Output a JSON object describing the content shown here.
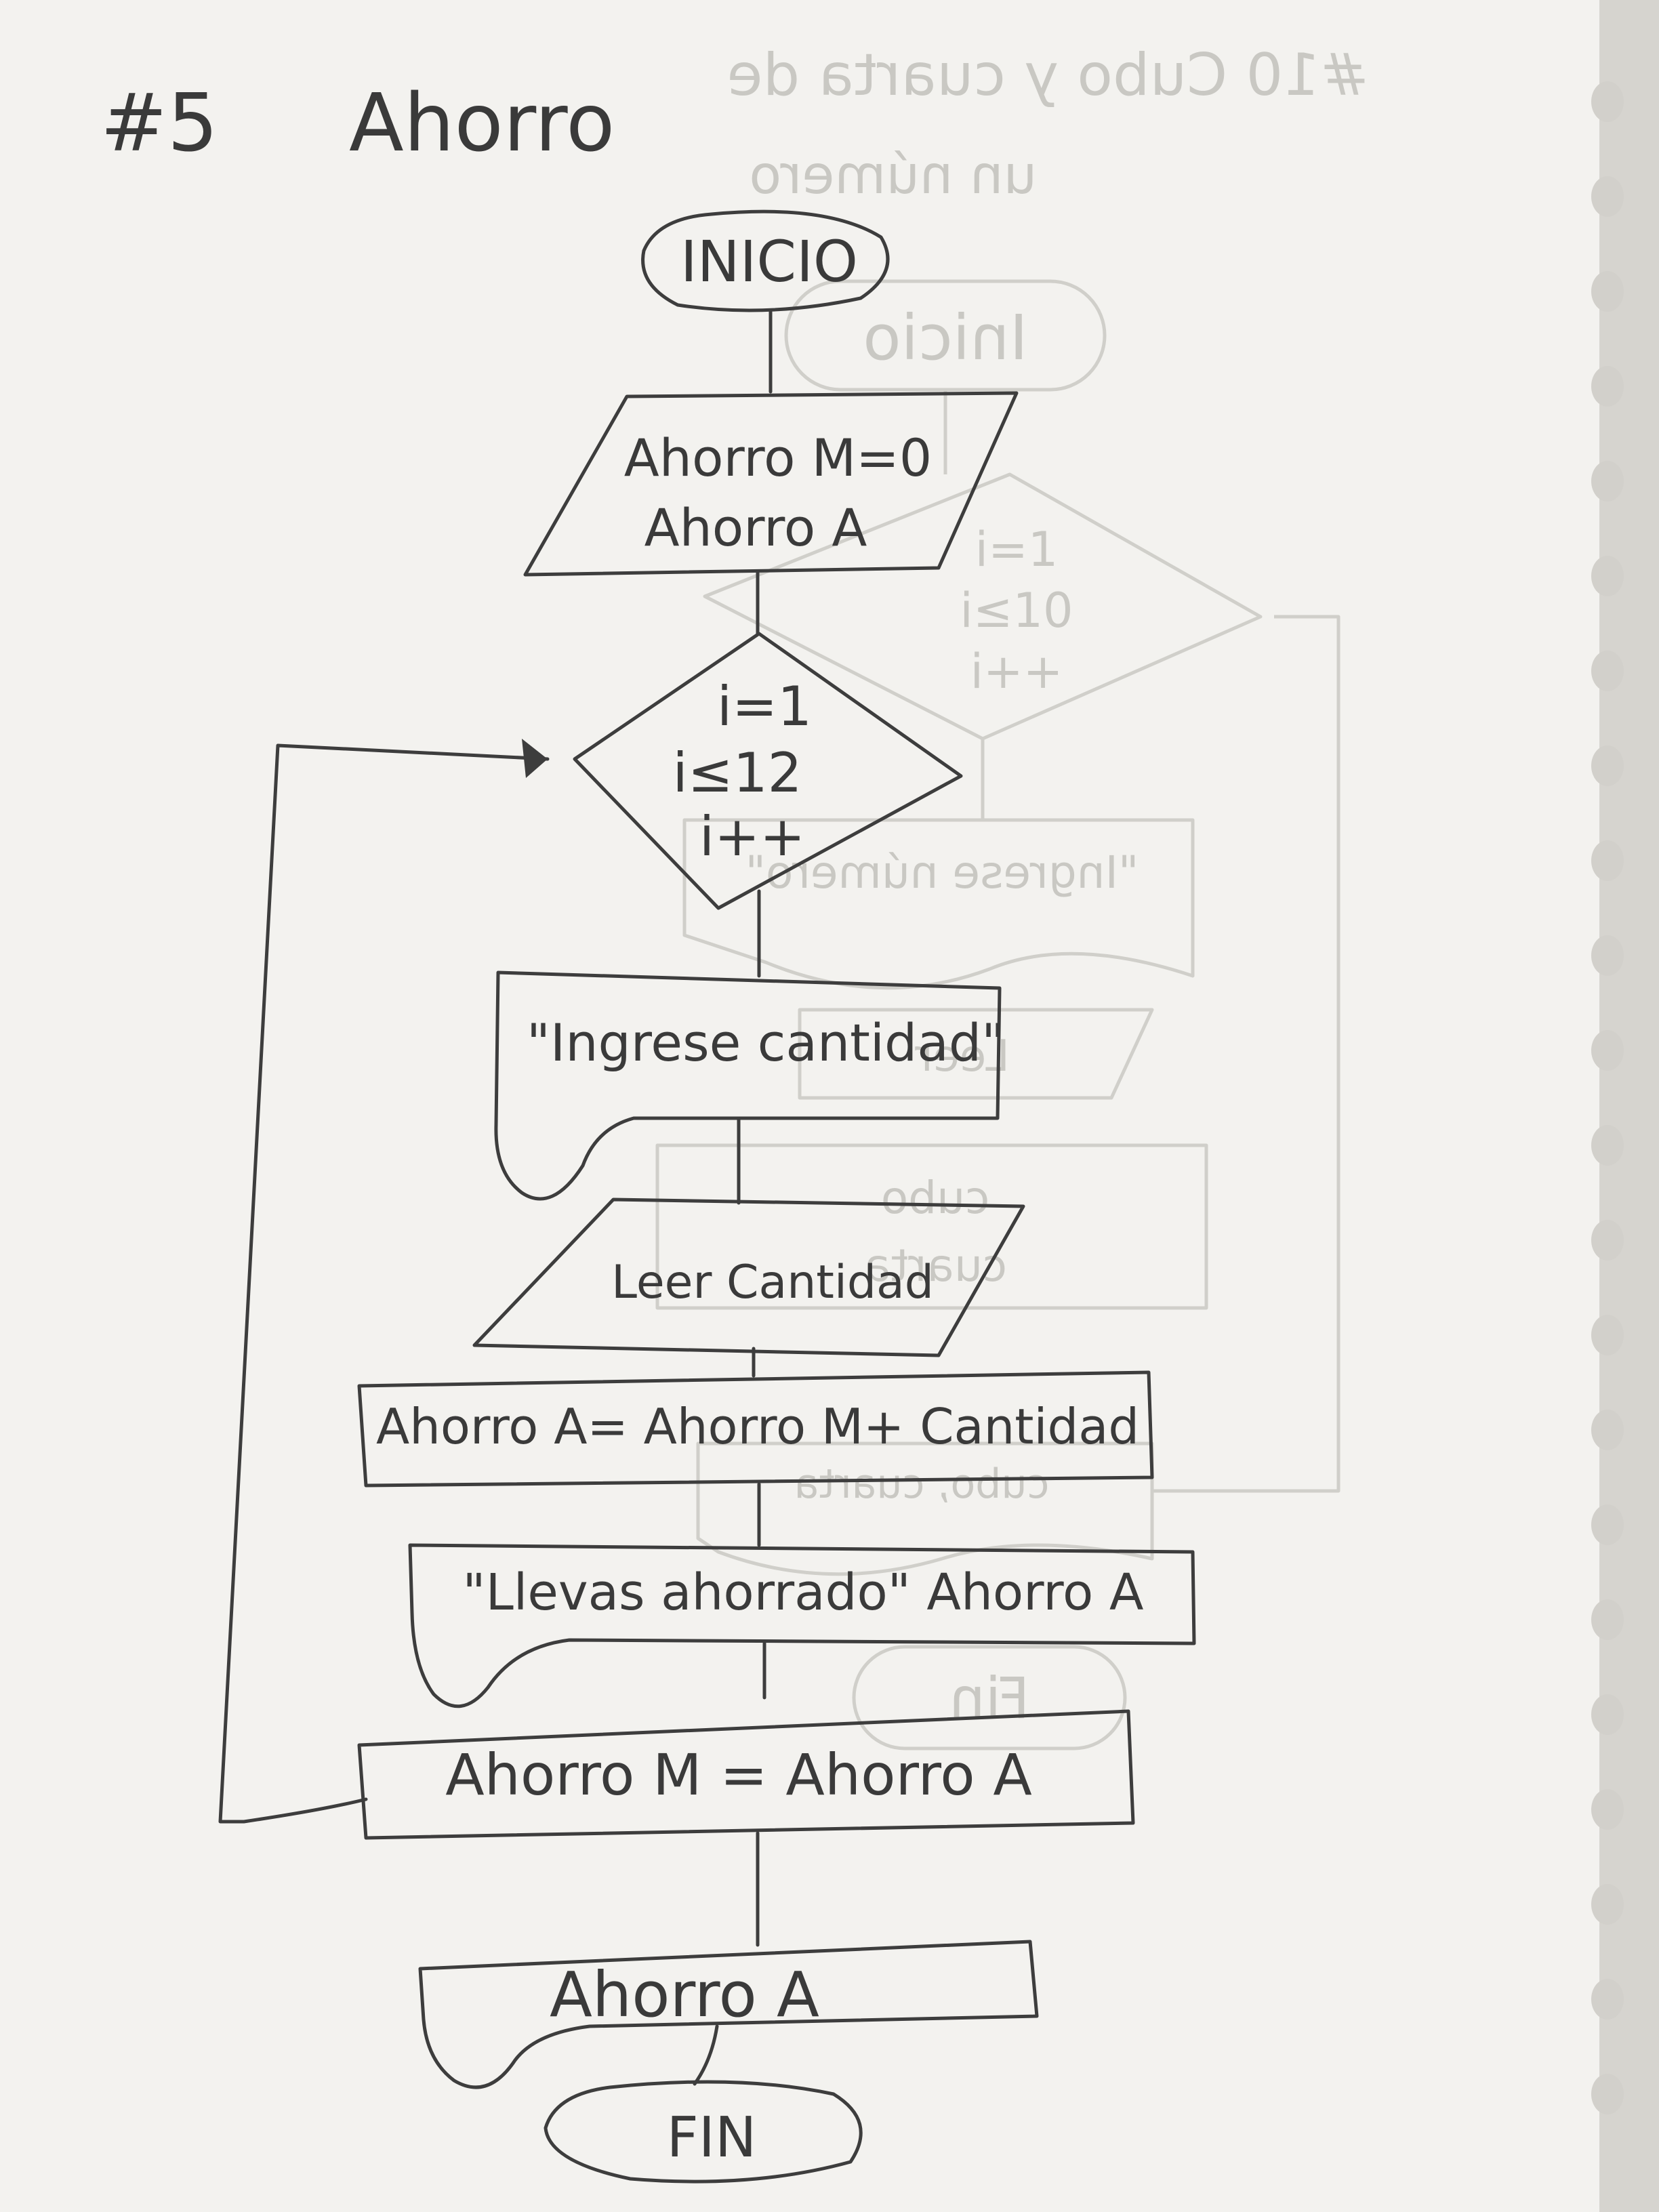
{
  "title": {
    "number": "#5",
    "name": "Ahorro"
  },
  "nodes": {
    "start": "INICIO",
    "init_line1": "Ahorro M=0",
    "init_line2": "Ahorro A",
    "loop_line1": "i=1",
    "loop_line2": "i≤12",
    "loop_line3": "i++",
    "prompt": "\"Ingrese cantidad\"",
    "read": "Leer Cantidad",
    "compute": "Ahorro A= Ahorro M+ Cantidad",
    "show_progress": "\"Llevas ahorrado\" Ahorro A",
    "update": "Ahorro M = Ahorro A",
    "output": "Ahorro A",
    "end": "FIN"
  },
  "bleed_through": {
    "title_line1": "#10 Cubo y cuarta de",
    "title_line2": "un número",
    "start": "Inicio",
    "loop_line1": "i=1",
    "loop_line2": "i≤10",
    "loop_line3": "i++",
    "prompt": "\"Ingrese número\"",
    "read": "Leer",
    "calc_line1": "cubo",
    "calc_line2": "cuarta",
    "print": "cubo, cuarta",
    "end": "Fin"
  },
  "colors": {
    "paper": "#f3f2ef",
    "ink": "#3d3d3d",
    "bleed": "#d0cfca"
  }
}
